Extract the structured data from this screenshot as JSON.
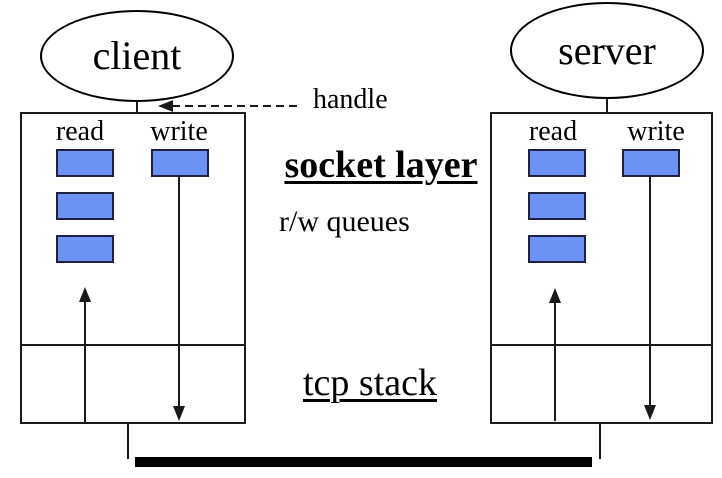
{
  "diagram": {
    "client": {
      "label": "client"
    },
    "server": {
      "label": "server"
    },
    "handle_label": "handle",
    "socket_layer_label": "socket layer",
    "rw_queues_label": "r/w queues",
    "tcp_stack_label": "tcp stack",
    "panels": [
      {
        "id": "client",
        "read_label": "read",
        "write_label": "write",
        "read_queue_count": 3,
        "write_queue_count": 1
      },
      {
        "id": "server",
        "read_label": "read",
        "write_label": "write",
        "read_queue_count": 3,
        "write_queue_count": 1
      }
    ],
    "colors": {
      "queue_fill": "#6C93F3",
      "queue_border": "#202040",
      "line": "#1a1a1a",
      "bar": "#000000"
    }
  }
}
